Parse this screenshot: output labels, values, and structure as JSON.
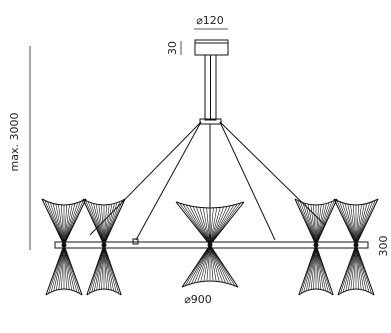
{
  "dimensions": {
    "canopy_diameter": "⌀120",
    "canopy_height": "30",
    "max_length": "max. 3000",
    "total_diameter": "⌀900",
    "shade_height": "300"
  },
  "colors": {
    "line": "#111111",
    "dimension": "#222222",
    "background": "#ffffff"
  },
  "shades": [
    {
      "name": "far-left-shade"
    },
    {
      "name": "left-shade"
    },
    {
      "name": "center-shade"
    },
    {
      "name": "right-shade"
    },
    {
      "name": "far-right-shade"
    }
  ]
}
